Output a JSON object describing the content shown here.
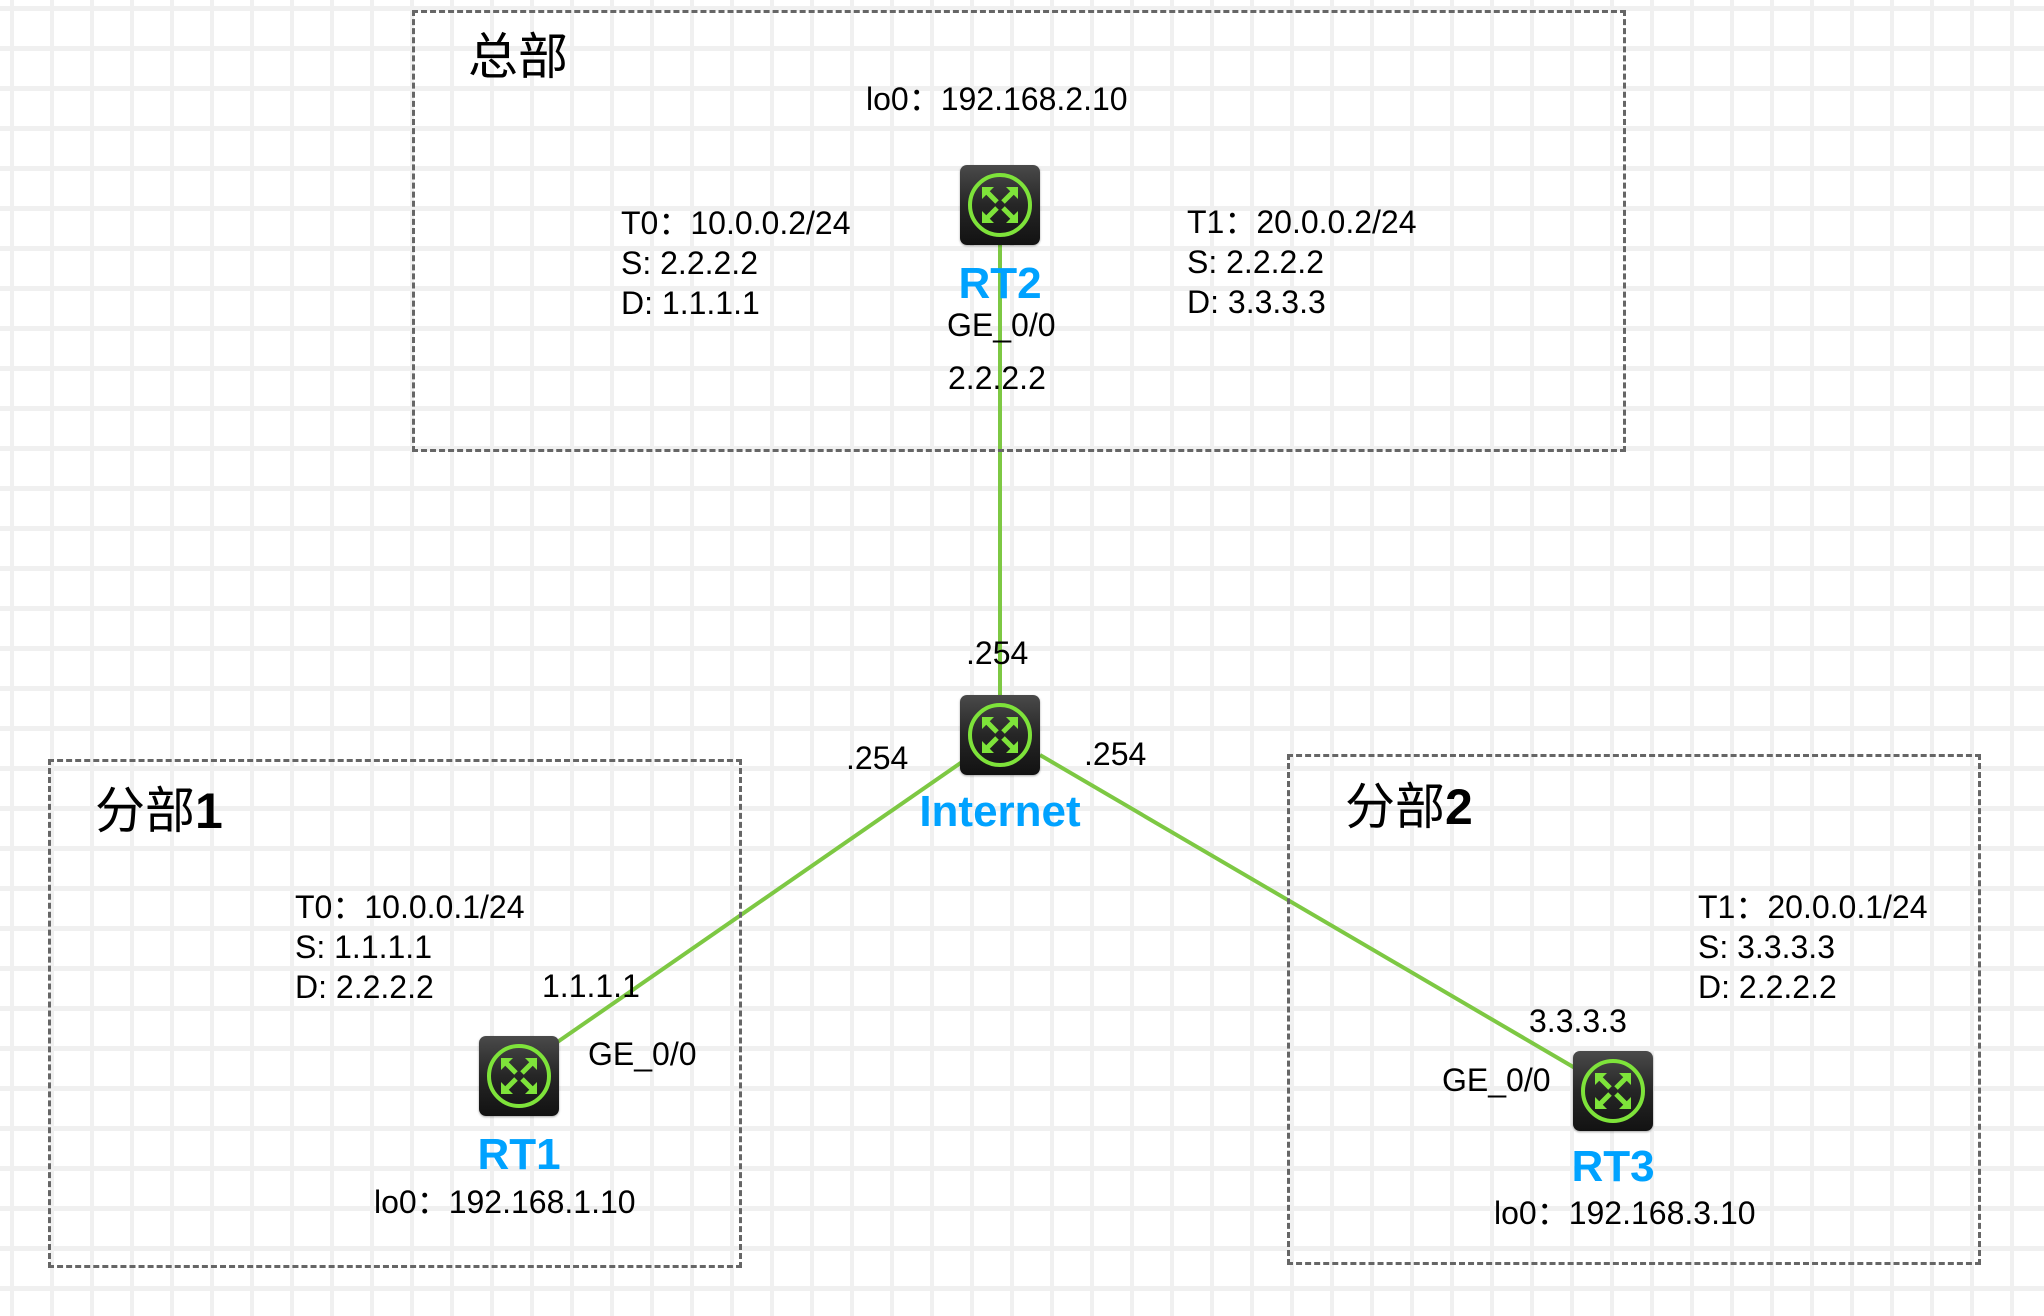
{
  "colors": {
    "link": "#7dc843",
    "device_label": "#00a2ff",
    "zone_border": "#666666",
    "router_glyph": "#7ee33a"
  },
  "zones": {
    "hq": {
      "title": "总部",
      "title_suffix": ""
    },
    "branch1": {
      "title": "分部",
      "title_suffix": "1"
    },
    "branch2": {
      "title": "分部",
      "title_suffix": "2"
    }
  },
  "devices": {
    "rt2": {
      "name": "RT2",
      "loopback": "lo0：192.168.2.10",
      "interface": "GE_0/0",
      "interface_ip": "2.2.2.2",
      "tunnels": [
        {
          "header": "T0：10.0.0.2/24",
          "source": "S: 2.2.2.2",
          "destination": "D: 1.1.1.1"
        },
        {
          "header": "T1：20.0.0.2/24",
          "source": "S: 2.2.2.2",
          "destination": "D: 3.3.3.3"
        }
      ]
    },
    "internet": {
      "name": "Internet",
      "port_labels": {
        "top": ".254",
        "left": ".254",
        "right": ".254"
      }
    },
    "rt1": {
      "name": "RT1",
      "loopback": "lo0：192.168.1.10",
      "interface": "GE_0/0",
      "interface_ip": "1.1.1.1",
      "tunnel": {
        "header": "T0：10.0.0.1/24",
        "source": "S: 1.1.1.1",
        "destination": "D: 2.2.2.2"
      }
    },
    "rt3": {
      "name": "RT3",
      "loopback": "lo0：192.168.3.10",
      "interface": "GE_0/0",
      "interface_ip": "3.3.3.3",
      "tunnel": {
        "header": "T1：20.0.0.1/24",
        "source": "S: 3.3.3.3",
        "destination": "D: 2.2.2.2"
      }
    }
  },
  "links": [
    {
      "from": "rt2",
      "to": "internet"
    },
    {
      "from": "rt1",
      "to": "internet"
    },
    {
      "from": "rt3",
      "to": "internet"
    }
  ]
}
